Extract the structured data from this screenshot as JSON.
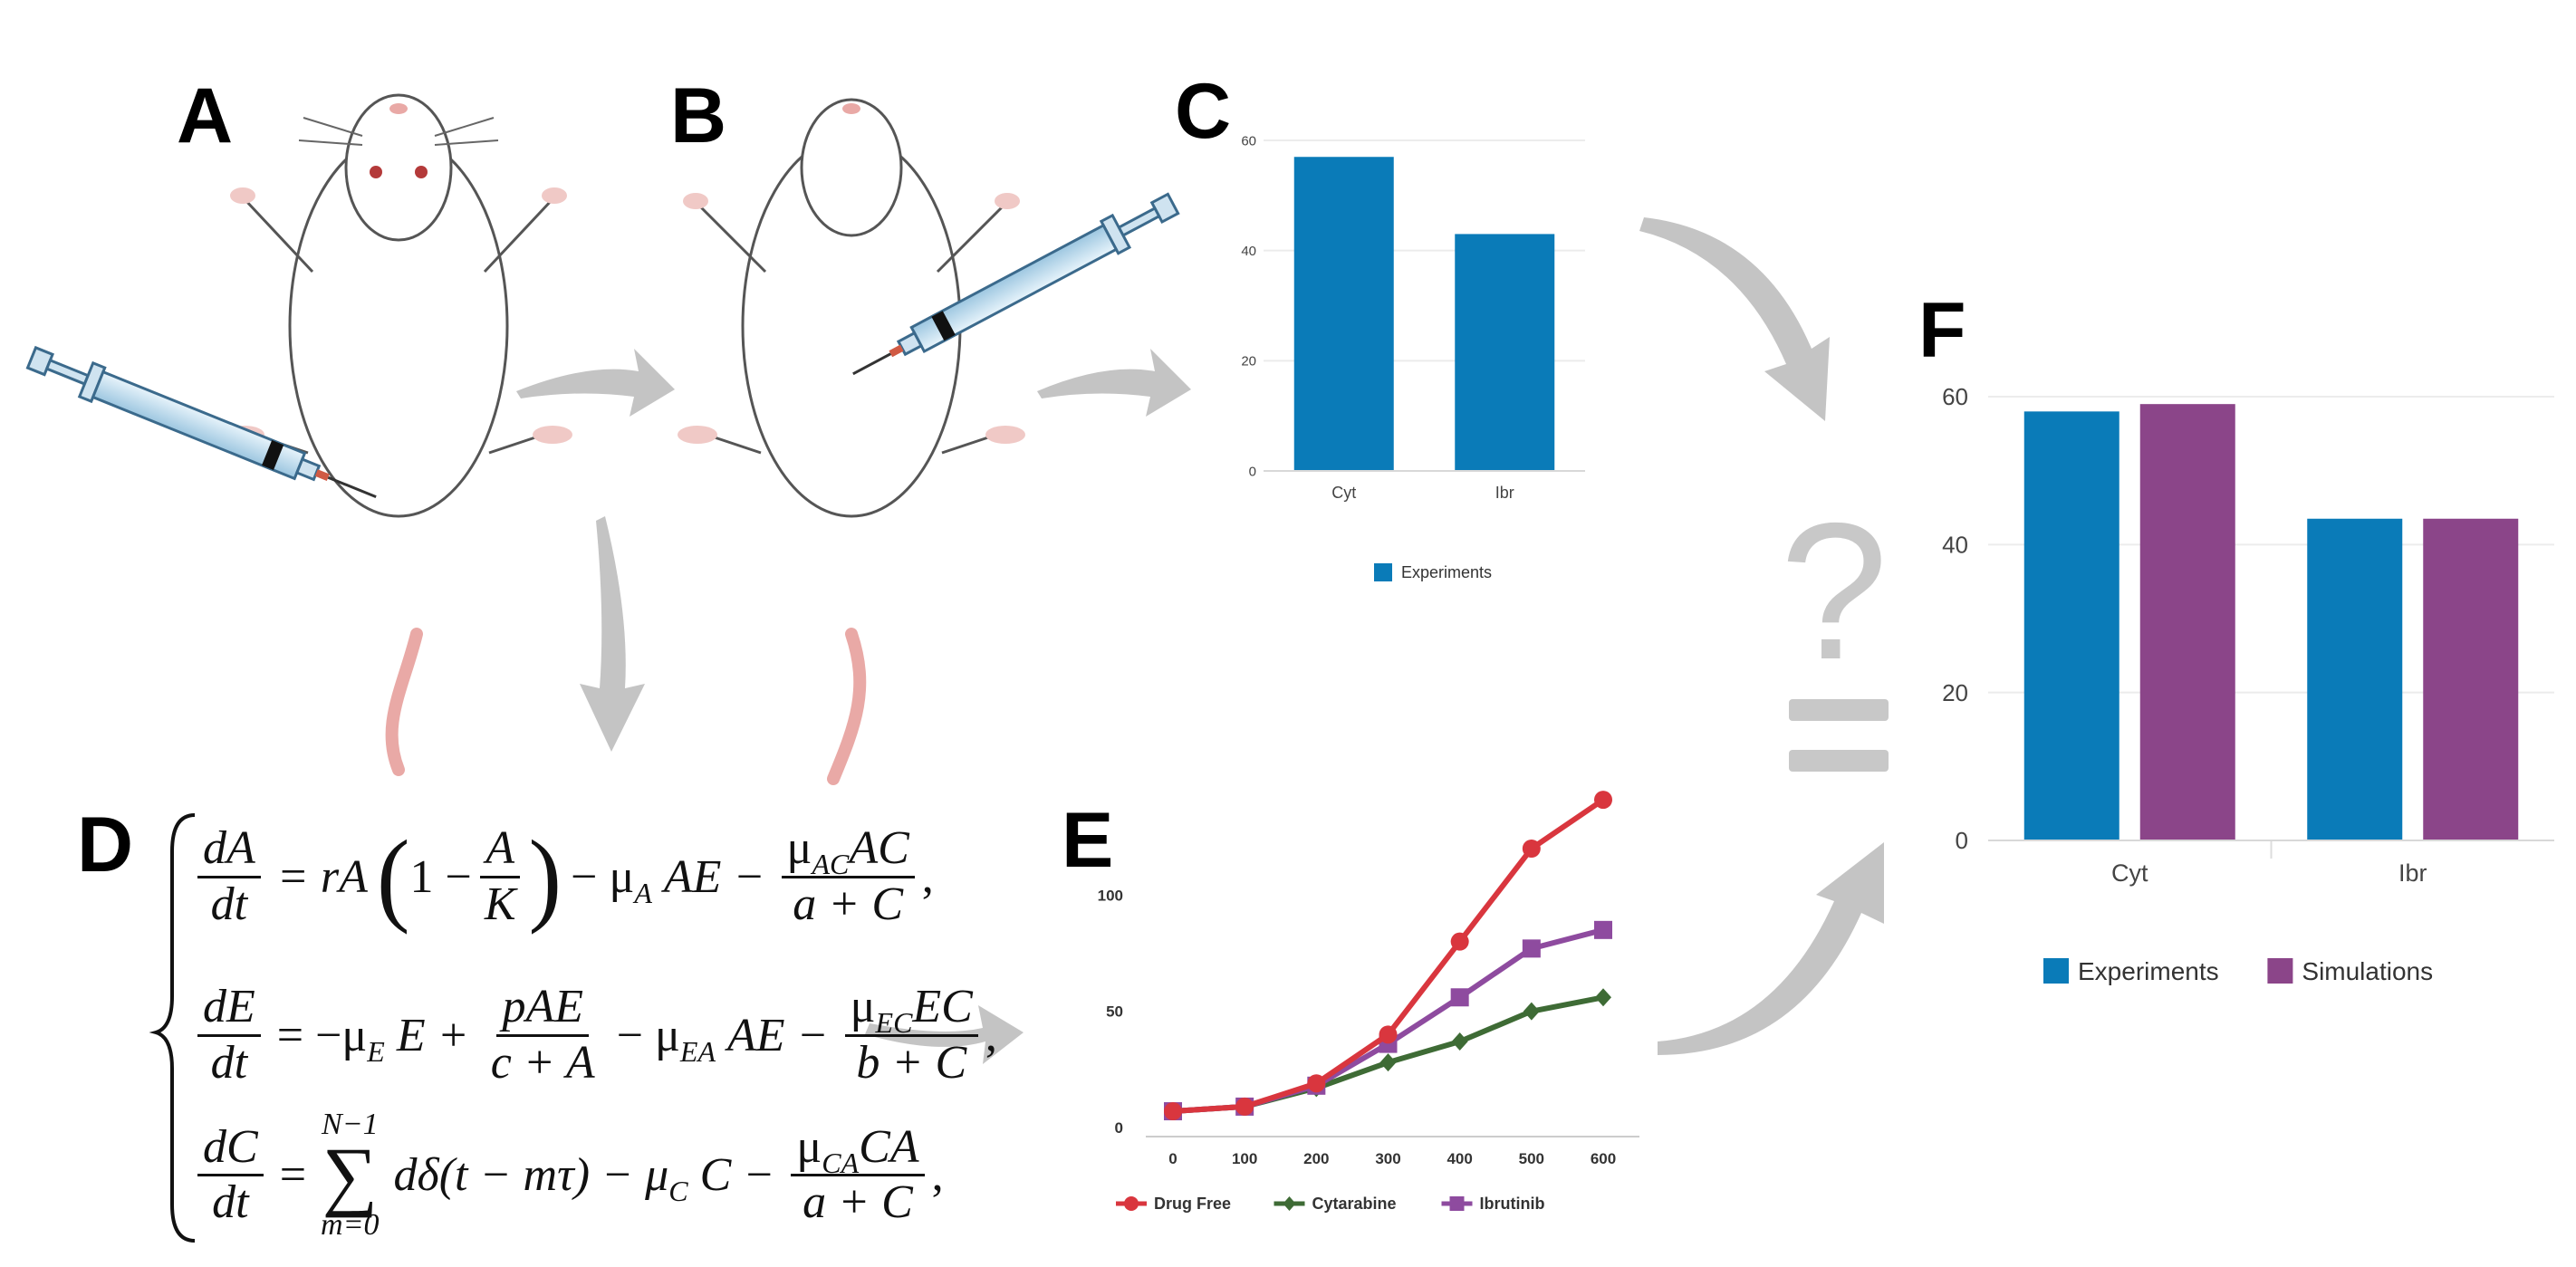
{
  "panels": {
    "A": "A",
    "B": "B",
    "C": "C",
    "D": "D",
    "E": "E",
    "F": "F"
  },
  "question_mark": "?",
  "colors": {
    "experiments": "#0a7bb8",
    "simulations": "#8b4589",
    "drug_free": "#d9363e",
    "cytarabine": "#3e6b35",
    "ibrutinib": "#8e4b9f",
    "arrow": "#c4c4c4"
  },
  "equations": {
    "eq1": {
      "lhs_num": "dA",
      "lhs_den": "dt",
      "t1": "= rA",
      "one": "1 −",
      "frac_num": "A",
      "frac_den": "K",
      "t2": "− μ",
      "t2_sub": "A",
      "t2b": "AE −",
      "frac2_num_mu": "μ",
      "frac2_num_sub": "AC",
      "frac2_num_rest": "AC",
      "frac2_den": "a + C",
      "end": ","
    },
    "eq2": {
      "lhs_num": "dE",
      "lhs_den": "dt",
      "t1": "= −μ",
      "t1_sub": "E",
      "t1b": "E +",
      "frac_num": "pAE",
      "frac_den": "c + A",
      "t2": "− μ",
      "t2_sub": "EA",
      "t2b": "AE −",
      "frac2_num_mu": "μ",
      "frac2_num_sub": "EC",
      "frac2_num_rest": "EC",
      "frac2_den": "b + C",
      "end": ","
    },
    "eq3": {
      "lhs_num": "dC",
      "lhs_den": "dt",
      "eq": "=",
      "sum_top": "N−1",
      "sum_sym": "∑",
      "sum_bot": "m=0",
      "t1": "dδ(t − mτ) − μ",
      "t1_sub": "C",
      "t1b": "C −",
      "frac2_num_mu": "μ",
      "frac2_num_sub": "CA",
      "frac2_num_rest": "CA",
      "frac2_den": "a + C",
      "end": ","
    }
  },
  "chart_data": [
    {
      "id": "C",
      "type": "bar",
      "categories": [
        "Cyt",
        "Ibr"
      ],
      "series": [
        {
          "name": "Experiments",
          "values": [
            57,
            43
          ]
        }
      ],
      "ylim": [
        0,
        60
      ],
      "yticks": [
        "0",
        "20",
        "40",
        "60"
      ],
      "legend": "bottom-center"
    },
    {
      "id": "E",
      "type": "line",
      "x": [
        "0",
        "100",
        "200",
        "300",
        "400",
        "500",
        "600"
      ],
      "series": [
        {
          "name": "Drug Free",
          "values": [
            7,
            9,
            19,
            40,
            80,
            120,
            141
          ]
        },
        {
          "name": "Cytarabine",
          "values": [
            7,
            9,
            17,
            28,
            37,
            50,
            56
          ]
        },
        {
          "name": "Ibrutinib",
          "values": [
            7,
            9,
            18,
            36,
            56,
            77,
            85
          ]
        }
      ],
      "ylim": [
        0,
        150
      ],
      "yticks": [
        "0",
        "50",
        "100"
      ],
      "legend": "bottom-center"
    },
    {
      "id": "F",
      "type": "bar",
      "categories": [
        "Cyt",
        "Ibr"
      ],
      "series": [
        {
          "name": "Experiments",
          "values": [
            58,
            43.5
          ]
        },
        {
          "name": "Simulations",
          "values": [
            59,
            43.5
          ]
        }
      ],
      "ylim": [
        0,
        60
      ],
      "yticks": [
        "0",
        "20",
        "40",
        "60"
      ],
      "legend": "bottom-center"
    }
  ]
}
